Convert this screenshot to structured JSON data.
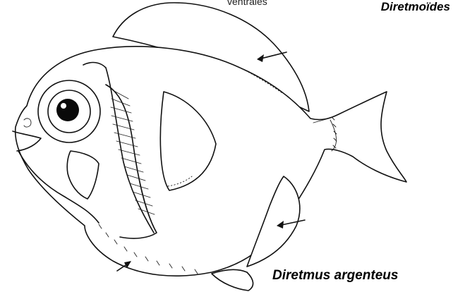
{
  "labels": {
    "top_cut": "ventrales",
    "family": "Diretmoïdes",
    "species": "Diretmus argenteus"
  },
  "colors": {
    "ink": "#111111",
    "background": "#ffffff"
  }
}
